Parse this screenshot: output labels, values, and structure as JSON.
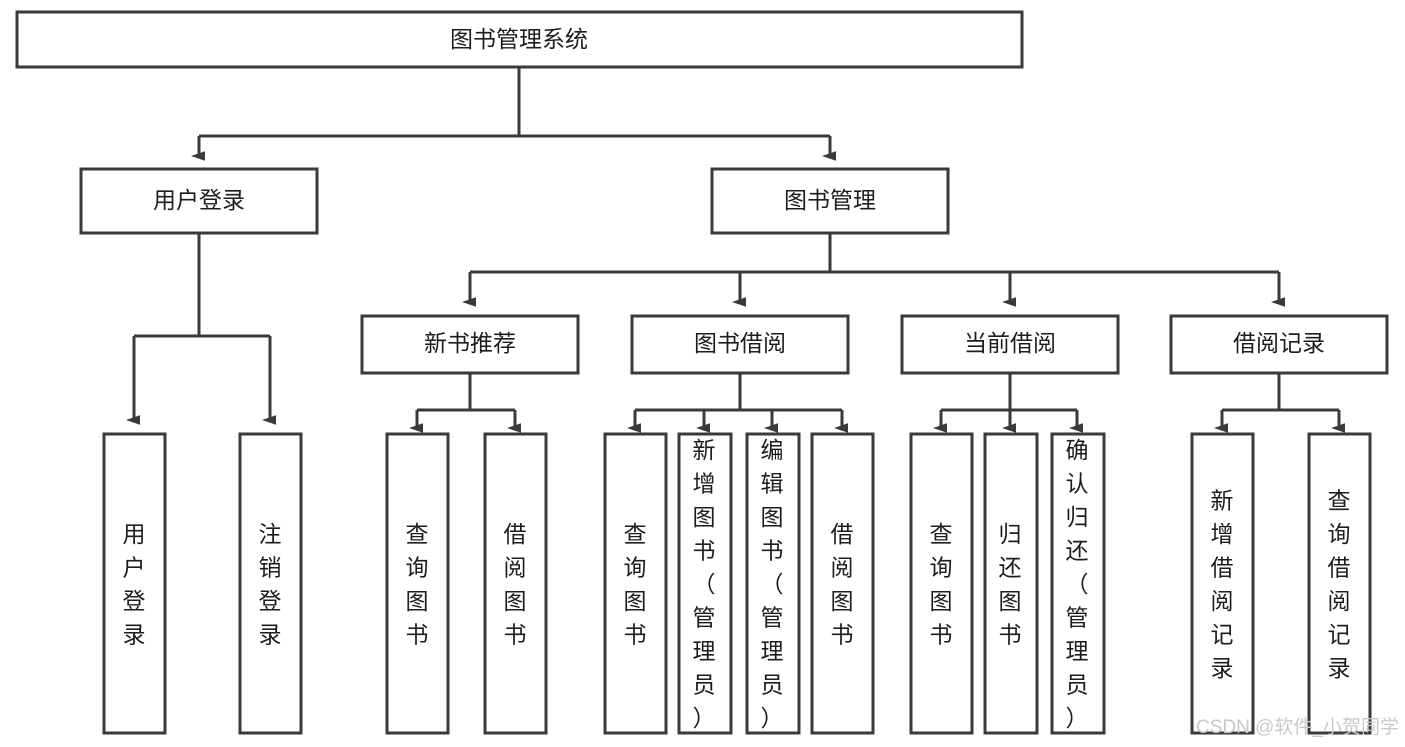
{
  "diagram": {
    "title": "图书管理系统",
    "type": "tree-hierarchy-diagram",
    "colors": {
      "box_stroke": "#3a3a3a",
      "box_fill": "#ffffff",
      "text": "#1d1d1d",
      "background": "#ffffff",
      "watermark": "#c9c9c9"
    },
    "root": {
      "label": "图书管理系统"
    },
    "level2": [
      {
        "label": "用户登录"
      },
      {
        "label": "图书管理"
      }
    ],
    "level3": [
      {
        "label": "新书推荐"
      },
      {
        "label": "图书借阅"
      },
      {
        "label": "当前借阅"
      },
      {
        "label": "借阅记录"
      }
    ],
    "leaves": {
      "user_login": [
        {
          "label": "用户登录"
        },
        {
          "label": "注销登录"
        }
      ],
      "new_book_recommend": [
        {
          "label": "查询图书"
        },
        {
          "label": "借阅图书"
        }
      ],
      "book_borrow": [
        {
          "label": "查询图书"
        },
        {
          "label": "新增图书（管理员）"
        },
        {
          "label": "编辑图书（管理员）"
        },
        {
          "label": "借阅图书"
        }
      ],
      "current_borrow": [
        {
          "label": "查询图书"
        },
        {
          "label": "归还图书"
        },
        {
          "label": "确认归还（管理员）"
        }
      ],
      "borrow_record": [
        {
          "label": "新增借阅记录"
        },
        {
          "label": "查询借阅记录"
        }
      ]
    },
    "watermark": "CSDN @软件_小贺同学"
  }
}
